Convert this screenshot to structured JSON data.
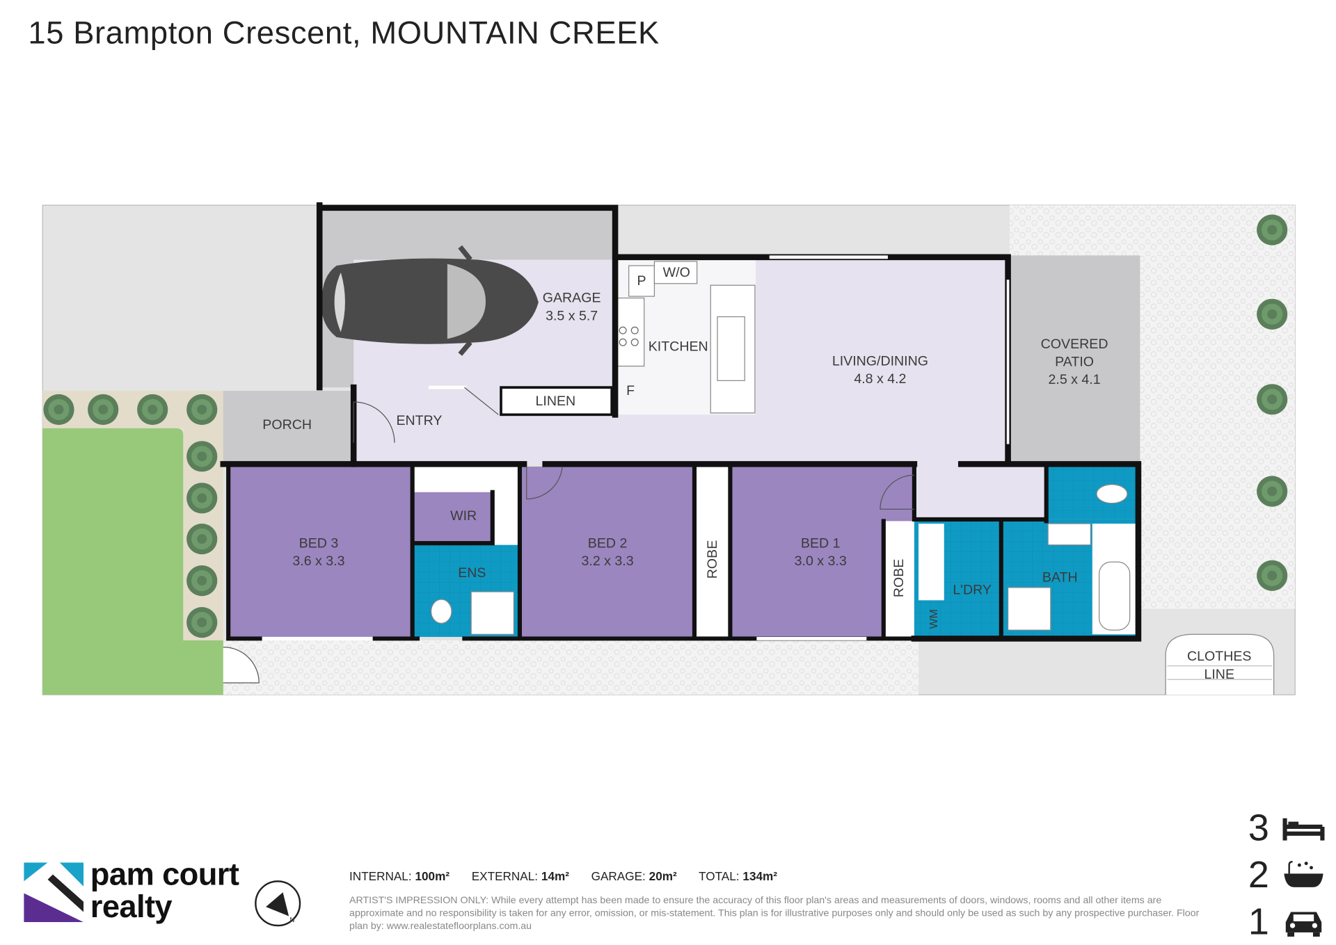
{
  "title": "15 Brampton Crescent, MOUNTAIN CREEK",
  "rooms": {
    "garage": {
      "name": "GARAGE",
      "size": "3.5 x 5.7"
    },
    "kitchen": {
      "name": "KITCHEN"
    },
    "pantry": "P",
    "walk_in": "W/O",
    "fridge": "F",
    "linen": "LINEN",
    "living": {
      "name": "LIVING/DINING",
      "size": "4.8 x 4.2"
    },
    "patio": {
      "name1": "COVERED",
      "name2": "PATIO",
      "size": "2.5 x 4.1"
    },
    "porch": "PORCH",
    "entry": "ENTRY",
    "bed3": {
      "name": "BED 3",
      "size": "3.6 x 3.3"
    },
    "wir": "WIR",
    "ens": "ENS",
    "bed2": {
      "name": "BED 2",
      "size": "3.2 x 3.3"
    },
    "robe2": "ROBE",
    "bed1": {
      "name": "BED 1",
      "size": "3.0 x 3.3"
    },
    "robe1": "ROBE",
    "laundry": "L'DRY",
    "wm": "WM",
    "bath": "BATH",
    "clothes_line": {
      "line1": "CLOTHES",
      "line2": "LINE"
    }
  },
  "stats": {
    "internal_label": "INTERNAL:",
    "internal": "100m²",
    "external_label": "EXTERNAL:",
    "external": "14m²",
    "garage_label": "GARAGE:",
    "garage": "20m²",
    "total_label": "TOTAL:",
    "total": "134m²"
  },
  "disclaimer": "ARTIST'S IMPRESSION ONLY: While every attempt has been made to ensure the accuracy of this floor plan's areas and measurements of doors, windows, rooms and all other items are approximate and no responsibility is taken for any error, omission, or mis-statement. This plan is for illustrative purposes only and should only be used as such by any prospective purchaser. Floor plan by: www.realestatefloorplans.com.au",
  "brand": {
    "line1": "pam court",
    "line2": "realty"
  },
  "compass_label": "N",
  "counts": {
    "bedrooms": "3",
    "bathrooms": "2",
    "car_spaces": "1"
  },
  "colors": {
    "bedroom": "#9b86c0",
    "wet": "#0f9ac4",
    "living": "#e6e2ef",
    "garage": "#c9c8ca",
    "lawn": "#98c97a",
    "wall": "#111111"
  }
}
